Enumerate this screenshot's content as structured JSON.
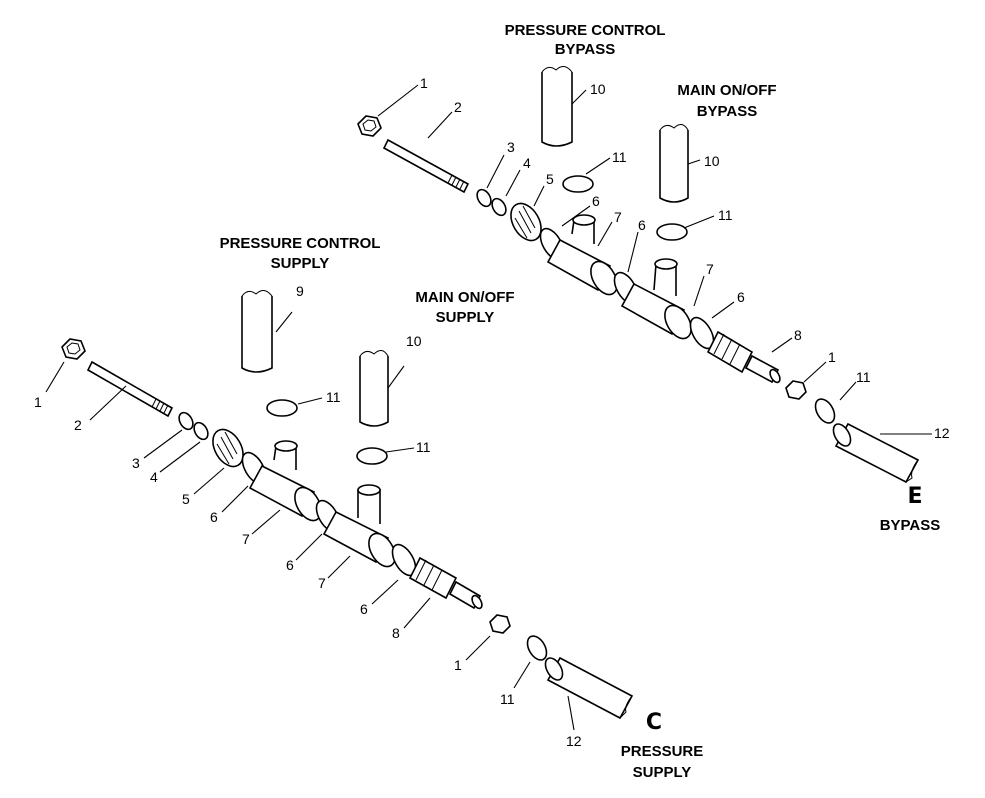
{
  "titles": {
    "pc_bypass_1": "PRESSURE CONTROL",
    "pc_bypass_2": "BYPASS",
    "main_bypass_1": "MAIN ON/OFF",
    "main_bypass_2": "BYPASS",
    "pc_supply_1": "PRESSURE CONTROL",
    "pc_supply_2": "SUPPLY",
    "main_supply_1": "MAIN ON/OFF",
    "main_supply_2": "SUPPLY",
    "bypass_letter": "E",
    "bypass_label": "BYPASS",
    "supply_letter": "C",
    "supply_label_1": "PRESSURE",
    "supply_label_2": "SUPPLY"
  },
  "upper_callouts": [
    "1",
    "2",
    "3",
    "4",
    "5",
    "6",
    "7",
    "6",
    "7",
    "6",
    "8",
    "1",
    "11",
    "12",
    "10",
    "10",
    "11",
    "11"
  ],
  "lower_callouts": [
    "1",
    "2",
    "3",
    "4",
    "5",
    "6",
    "7",
    "6",
    "7",
    "6",
    "8",
    "1",
    "11",
    "12",
    "9",
    "10",
    "11",
    "11"
  ],
  "colors": {
    "line": "#000000",
    "background": "#ffffff"
  }
}
